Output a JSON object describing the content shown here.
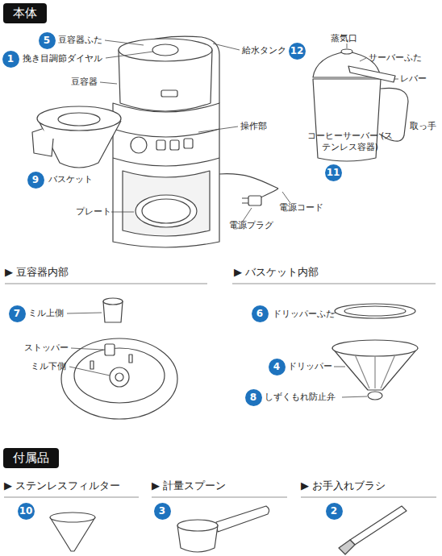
{
  "diagram": {
    "nodes": [
      {
        "text": [
          "本体"
        ]
      },
      {
        "text": [
          "5"
        ]
      },
      {
        "text": [
          "1"
        ]
      },
      {
        "text": [
          "12"
        ]
      },
      {
        "text": [
          "9"
        ]
      },
      {
        "text": [
          "11"
        ]
      },
      {
        "text": [
          "7"
        ]
      },
      {
        "text": [
          "6"
        ]
      },
      {
        "text": [
          "4"
        ]
      },
      {
        "text": [
          "8"
        ]
      },
      {
        "text": [
          "付属品"
        ]
      },
      {
        "text": [
          "10"
        ]
      },
      {
        "text": [
          "3"
        ]
      },
      {
        "text": [
          "2"
        ]
      }
    ],
    "labels": [
      "豆容器ふた",
      "挽き目調節ダイヤル",
      "豆容器",
      "給水タンク",
      "操作部",
      "バスケット",
      "プレート",
      "電源コード",
      "電源プラグ",
      "蒸気口",
      "サーバーふた",
      "レバー",
      "取っ手",
      "コーヒーサーバー (ステンレス容器)",
      "▶ 豆容器内部",
      "ミル上側",
      "ストッパー",
      "ミル下側",
      "▶ バスケット内部",
      "ドリッパーふた",
      "ドリッパー",
      "しずくもれ防止弁",
      "▶ ステンレスフィルター",
      "▶ 計量スプーン",
      "▶ お手入れブラシ"
    ]
  }
}
